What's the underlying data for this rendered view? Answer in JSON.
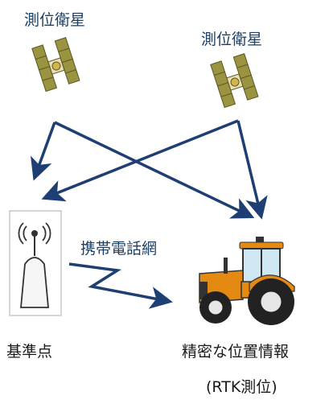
{
  "satellite_left": {
    "label": "測位衛星"
  },
  "satellite_right": {
    "label": "測位衛星"
  },
  "network": {
    "label": "携帯電話網"
  },
  "base_station": {
    "label": "基準点"
  },
  "tractor": {
    "label": "精密な位置情報",
    "sublabel": "(RTK測位)"
  },
  "colors": {
    "arrow": "#1d3f73",
    "label_text": "#1c3f66",
    "tractor_body": "#e48a12",
    "tractor_dark": "#222222",
    "satellite_panel": "#9a9340",
    "base_station_border": "#c7c7c7"
  }
}
